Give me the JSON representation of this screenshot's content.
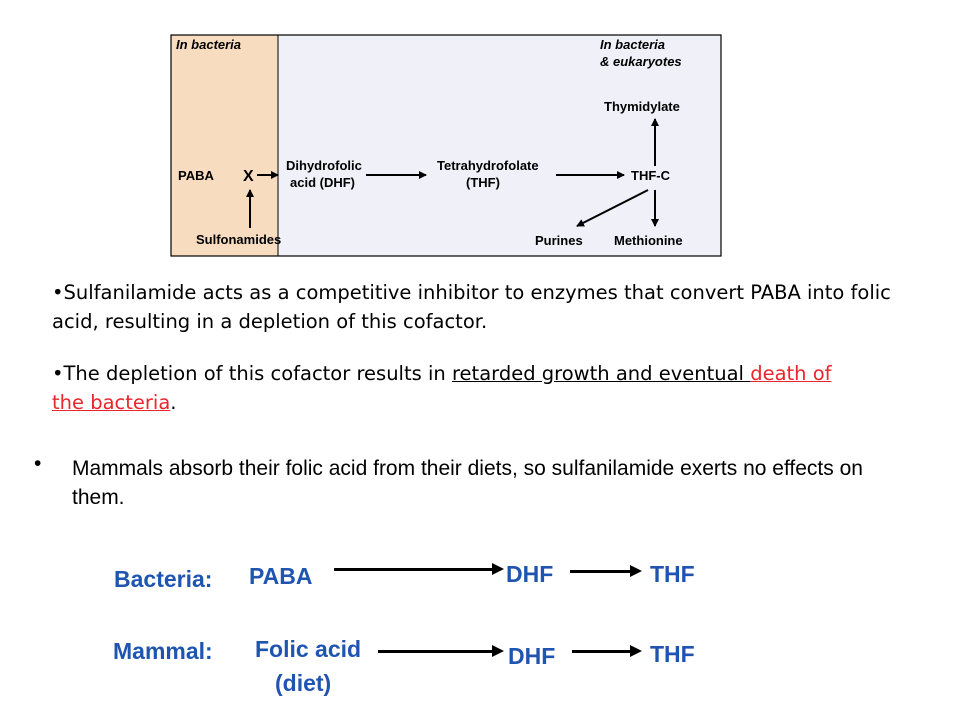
{
  "figure": {
    "left_panel_label": "In bacteria",
    "right_panel_label_line1": "In bacteria",
    "right_panel_label_line2": "& eukaryotes",
    "nodes": {
      "paba": "PABA",
      "block": "X",
      "sulfonamides": "Sulfonamides",
      "dhf_line1": "Dihydrofolic",
      "dhf_line2": "acid (DHF)",
      "thf_line1": "Tetrahydrofolate",
      "thf_line2": "(THF)",
      "thf_c": "THF-C",
      "thymidylate": "Thymidylate",
      "purines": "Purines",
      "methionine": "Methionine"
    },
    "colors": {
      "left_bg": "#f8dcc0",
      "right_bg": "#eff0f8",
      "border": "#000000"
    }
  },
  "text": {
    "p1_bullet": "•",
    "p1": "Sulfanilamide acts as a competitive inhibitor to enzymes that convert PABA into folic acid, resulting in a depletion of this cofactor.",
    "p2_bullet": "•",
    "p2_a": "The depletion of this cofactor results in ",
    "p2_u1": "retarded growth and eventual ",
    "p2_u2": "death of the bacteria",
    "p2_end": ".",
    "p3_bullet": "•",
    "p3": "Mammals absorb their folic acid from their diets, so sulfanilamide exerts no effects on them."
  },
  "comparison": {
    "bacteria_label": "Bacteria:",
    "bacteria_start": "PABA",
    "bacteria_mid": "DHF",
    "bacteria_end": "THF",
    "mammal_label": "Mammal:",
    "mammal_start_line1": "Folic acid",
    "mammal_start_line2": "(diet)",
    "mammal_mid": "DHF",
    "mammal_end": "THF",
    "accent_color": "#1f55b0",
    "red_color": "#e8262b"
  }
}
